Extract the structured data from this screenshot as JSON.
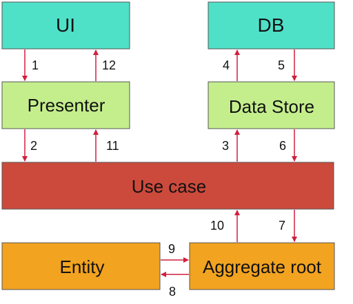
{
  "colors": {
    "teal": "#4fe0c8",
    "green": "#c4ee8c",
    "red": "#cc4a3c",
    "orange": "#f2a320",
    "arrow": "#d11f3c"
  },
  "boxes": {
    "ui": "UI",
    "db": "DB",
    "presenter": "Presenter",
    "data_store": "Data Store",
    "use_case": "Use case",
    "entity": "Entity",
    "aggregate_root": "Aggregate root"
  },
  "arrow_labels": {
    "a1": "1",
    "a2": "2",
    "a3": "3",
    "a4": "4",
    "a5": "5",
    "a6": "6",
    "a7": "7",
    "a8": "8",
    "a9": "9",
    "a10": "10",
    "a11": "11",
    "a12": "12"
  }
}
